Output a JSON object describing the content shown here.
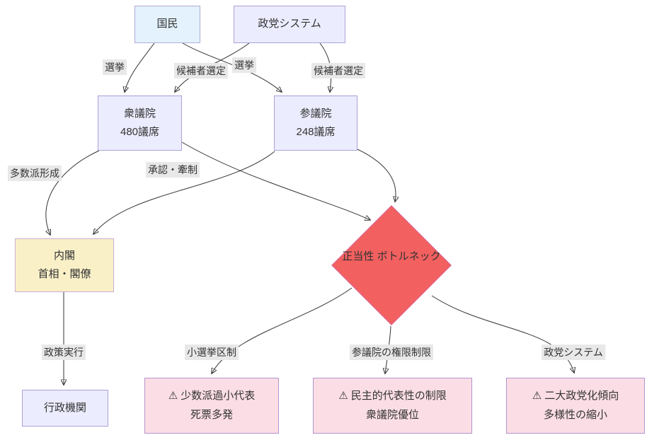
{
  "diagram": {
    "type": "flowchart",
    "nodes": {
      "kokumin": {
        "label": "国民"
      },
      "seitou": {
        "label": "政党システム"
      },
      "shuugiin": {
        "line1": "衆議院",
        "line2": "480議席"
      },
      "sangiin": {
        "line1": "参議院",
        "line2": "248議席"
      },
      "naikaku": {
        "line1": "内閣",
        "line2": "首相・閣僚"
      },
      "bottleneck": {
        "line1": "正当性",
        "line2": "ボトルネック"
      },
      "gyousei": {
        "label": "行政機関"
      },
      "warn_minority": {
        "line1": "⚠ 少数派過小代表",
        "line2": "死票多発"
      },
      "warn_democracy": {
        "line1": "⚠ 民主的代表性の制限",
        "line2": "衆議院優位"
      },
      "warn_twoparty": {
        "line1": "⚠ 二大政党化傾向",
        "line2": "多様性の縮小"
      }
    },
    "edges": [
      {
        "from": "国民",
        "to": "衆議院",
        "label": "選挙"
      },
      {
        "from": "国民",
        "to": "参議院",
        "label": "選挙"
      },
      {
        "from": "政党システム",
        "to": "衆議院",
        "label": "候補者選定"
      },
      {
        "from": "政党システム",
        "to": "参議院",
        "label": "候補者選定"
      },
      {
        "from": "衆議院",
        "to": "内閣",
        "label": "多数派形成"
      },
      {
        "from": "参議院",
        "to": "内閣",
        "label": "承認・牽制"
      },
      {
        "from": "衆議院",
        "to": "正当性ボトルネック",
        "label": ""
      },
      {
        "from": "参議院",
        "to": "正当性ボトルネック",
        "label": ""
      },
      {
        "from": "内閣",
        "to": "行政機関",
        "label": "政策実行"
      },
      {
        "from": "正当性ボトルネック",
        "to": "⚠ 少数派過小代表 死票多発",
        "label": "小選挙区制"
      },
      {
        "from": "正当性ボトルネック",
        "to": "⚠ 民主的代表性の制限 衆議院優位",
        "label": "参議院の権限制限"
      },
      {
        "from": "正当性ボトルネック",
        "to": "⚠ 二大政党化傾向 多様性の縮小",
        "label": "政党システム"
      }
    ],
    "colors": {
      "kokumin_fill": "#e3f2fd",
      "kokumin_border": "#b3abd9",
      "purple_fill": "#ececff",
      "purple_border": "#aaa2d6",
      "naikaku_fill": "#faf0c8",
      "naikaku_border": "#c9aed3",
      "warn_fill": "#fbdee5",
      "warn_border": "#b393cc",
      "diamond_fill": "#f2605f",
      "diamond_border": "#d86a9b",
      "edge_stroke": "#333333",
      "edge_label_bg": "#e8e8e8",
      "text": "#333333"
    }
  }
}
